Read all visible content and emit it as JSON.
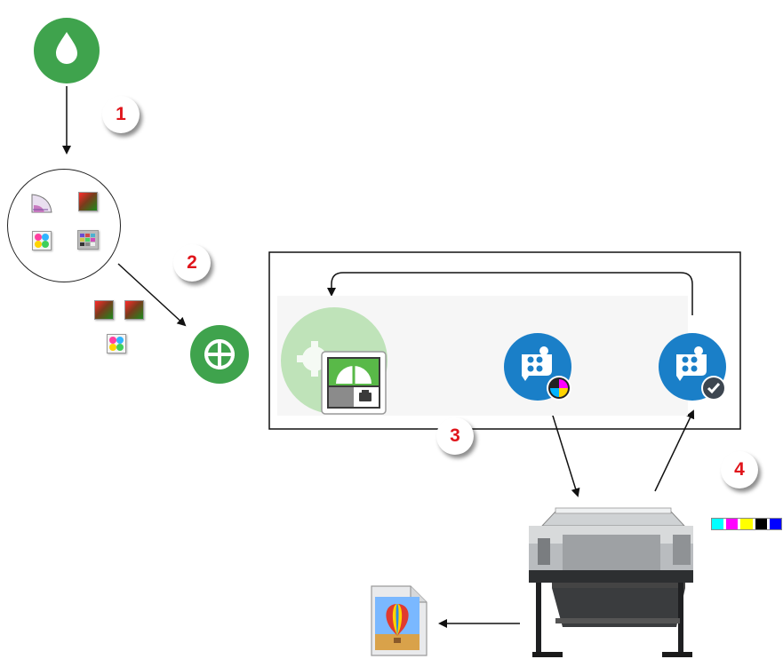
{
  "steps": [
    "1",
    "2",
    "3",
    "4"
  ],
  "icons": {
    "source": "ink-drop-icon",
    "profiles": [
      "gamut-chart-icon",
      "color-gradient-icon",
      "color-wheel-icon",
      "color-patch-chart-icon"
    ],
    "target": "crosshair-target-icon",
    "workflow": "print-workflow-icon",
    "calibrate": "calibration-cmyk-icon",
    "verify": "verification-check-icon",
    "printer": "wide-format-printer-icon",
    "output_file": "image-file-icon"
  },
  "colors": {
    "green": "#3fa34d",
    "blue": "#1a7fc8",
    "badge_text": "#e0151b",
    "swatch_strip": [
      "#00ffff",
      "#ff00ff",
      "#ffff00",
      "#000000",
      "#0000ff"
    ]
  }
}
